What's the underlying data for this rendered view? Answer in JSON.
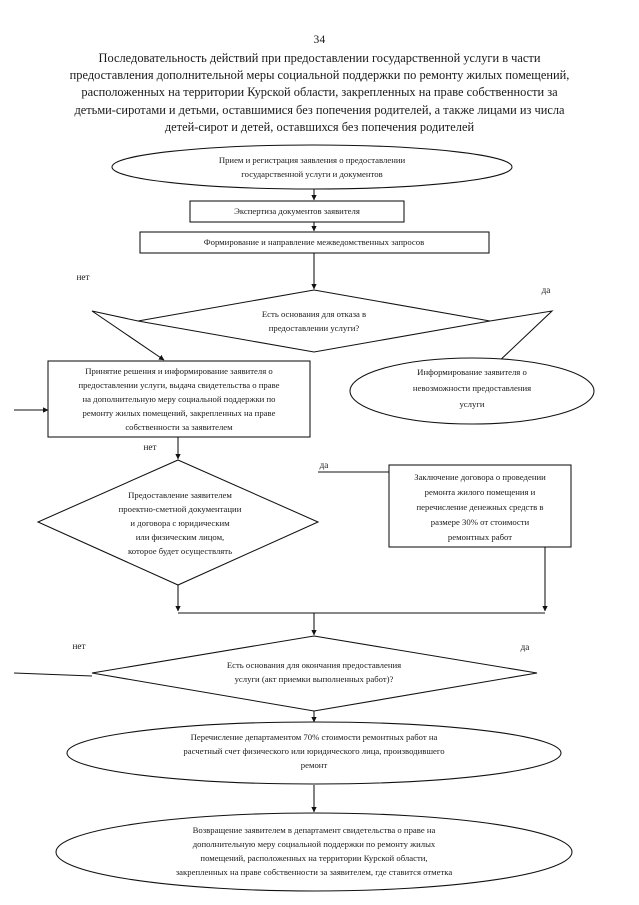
{
  "page": {
    "number": "34",
    "title_lines": [
      "Последовательность  действий при предоставлении государственной услуги в части",
      "предоставления дополнительной меры социальной поддержки  по ремонту жилых помещений,",
      "расположенных на территории Курской области, закрепленных на праве собственности за",
      "детьми-сиротами и детьми, оставшимися без попечения родителей,  а также лицами из числа",
      "детей-сирот и детей,  оставшихся без попечения родителей"
    ]
  },
  "chart_data": {
    "type": "diagram",
    "subtype": "flowchart",
    "title": "Последовательность действий при предоставлении государственной услуги",
    "orientation": "top-to-bottom",
    "node_count": 9,
    "edge_count": 11
  },
  "flowchart": {
    "nodes": [
      {
        "id": "n1",
        "shape": "ellipse",
        "lines": [
          "Прием и регистрация заявления о предоставлении",
          "государственной услуги и документов"
        ]
      },
      {
        "id": "n2",
        "shape": "rect",
        "lines": [
          "Экспертиза документов заявителя"
        ]
      },
      {
        "id": "n3",
        "shape": "rect",
        "lines": [
          "Формирование и  направление межведомственных запросов"
        ]
      },
      {
        "id": "n4",
        "shape": "diamond",
        "lines": [
          "Есть основания для отказа в",
          "предоставлении  услуги?"
        ]
      },
      {
        "id": "n5",
        "shape": "rect",
        "lines": [
          "Принятие решения и информирование заявителя о",
          "предоставлении  услуги, выдача свидетельства о праве",
          "на дополнительную меру социальной поддержки по",
          "ремонту жилых помещений, закрепленных на праве",
          "собственности за заявителем"
        ]
      },
      {
        "id": "n6",
        "shape": "ellipse",
        "lines": [
          "Информирование заявителя о",
          "невозможности предоставления",
          "услуги"
        ]
      },
      {
        "id": "n7",
        "shape": "diamond",
        "lines": [
          "Предоставление заявителем",
          "проектно-сметной документации",
          "и договора с юридическим",
          "или физическим лицом,",
          "которое будет осуществлять"
        ]
      },
      {
        "id": "n8",
        "shape": "rect",
        "lines": [
          "Заключение договора о проведении",
          "ремонта жилого помещения и",
          "перечисление денежных средств в",
          "размере 30% от стоимости",
          "ремонтных работ"
        ]
      },
      {
        "id": "n9",
        "shape": "diamond",
        "lines": [
          "Есть основания для окончания предоставления",
          "услуги (акт приемки выполненных работ)?"
        ]
      },
      {
        "id": "n10",
        "shape": "ellipse",
        "lines": [
          "Перечисление департаментом 70% стоимости ремонтных работ на",
          "расчетный счет физического или юридического лица, производившего",
          "ремонт"
        ]
      },
      {
        "id": "n11",
        "shape": "ellipse",
        "lines": [
          "Возвращение заявителем в департамент свидетельства о праве на",
          "дополнительную меру социальной поддержки по ремонту жилых",
          "помещений, расположенных на территории Курской области,",
          "закрепленных на праве собственности за заявителем, где ставится отметка"
        ]
      }
    ],
    "branch_labels": {
      "no_1": "нет",
      "yes_1": "да",
      "no_2": "нет",
      "yes_2": "да",
      "no_3": "нет",
      "yes_3": "да"
    },
    "colors": {
      "stroke": "#111111",
      "fill": "#ffffff",
      "text": "#1a1a1a"
    }
  }
}
